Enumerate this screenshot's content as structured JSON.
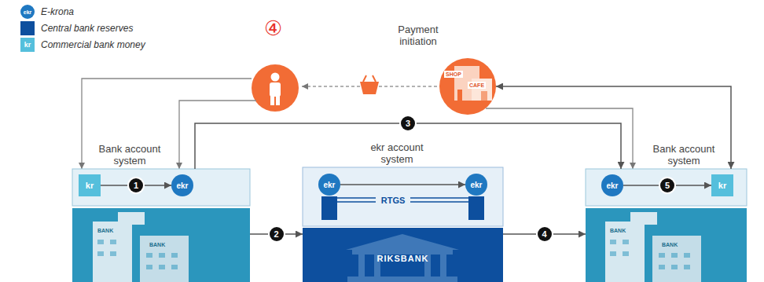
{
  "diagram": {
    "nodes": [
      {
        "text": [
          "SHOP",
          "CAFE"
        ]
      },
      {
        "text": [
          "Bank account system"
        ]
      },
      {
        "text": [
          "kr"
        ],
        "in": 1
      },
      {
        "text": [
          "ekr"
        ],
        "in": 1
      },
      {
        "text": [
          "ekr account system"
        ]
      },
      {
        "text": [
          "ekr"
        ],
        "in": 4
      },
      {
        "text": [
          "ekr"
        ],
        "in": 4
      },
      {
        "text": [
          "RTGS"
        ],
        "in": 4
      },
      {
        "text": [
          "RIKSBANK"
        ],
        "in": 4
      },
      {
        "text": [
          "Bank account system"
        ]
      },
      {
        "text": [
          "ekr"
        ],
        "in": 9
      },
      {
        "text": [
          "kr"
        ],
        "in": 9
      }
    ],
    "edges": [
      {
        "from": 2,
        "to": 3,
        "label": "1",
        "arrow": "to"
      },
      {
        "from": 1,
        "to": 9,
        "label": "3",
        "arrow": "to"
      },
      {
        "from": 1,
        "to": 4,
        "label": "2",
        "arrow": "to"
      },
      {
        "from": 5,
        "to": 6,
        "arrow": "to"
      },
      {
        "from": 4,
        "to": 9,
        "label": "4",
        "arrow": "to"
      },
      {
        "from": 10,
        "to": 11,
        "label": "5",
        "arrow": "to"
      },
      {
        "from": 0,
        "to": 9,
        "arrow": "both"
      }
    ],
    "labels": [
      "ekr",
      "kr",
      "④",
      "Payment initiation",
      "BANK",
      "BANK",
      "BANK",
      "BANK"
    ],
    "legend": [
      {
        "text": "E-krona",
        "color": "#1f78c1"
      },
      {
        "text": "Central bank reserves",
        "color": "#0d4f9e"
      },
      {
        "text": "Commercial bank money",
        "color": "#55bfdc"
      }
    ]
  }
}
